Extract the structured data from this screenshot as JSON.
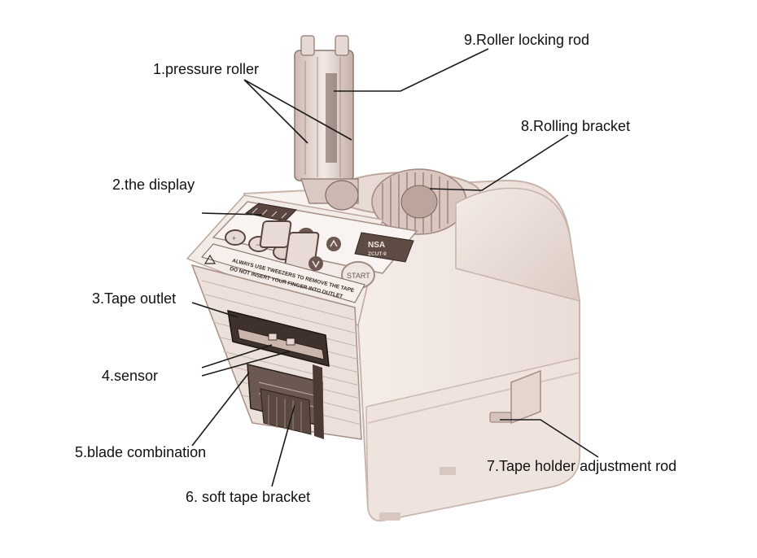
{
  "labels": {
    "pressure_roller": "1.pressure roller",
    "display": "2.the display",
    "tape_outlet": "3.Tape outlet",
    "sensor": "4.sensor",
    "blade_combination": "5.blade combination",
    "soft_tape_bracket": "6.  soft tape bracket",
    "tape_holder_rod": "7.Tape holder adjustment rod",
    "rolling_bracket": "8.Rolling bracket",
    "roller_locking_rod": "9.Roller locking rod"
  },
  "panel": {
    "brand": "NSA",
    "model": "ZCUT-9",
    "start": "START",
    "warning_line1": "ALWAYS USE TWEEZERS TO REMOVE THE TAPE",
    "warning_line2": "DO NOT INSERT YOUR FINGER INTO OUTLET",
    "plus": "+",
    "minus": "−"
  },
  "colors": {
    "body": "#f6eeea",
    "shade": "#d9c8c1",
    "dark": "#4a3a33",
    "line": "#1a1a1a"
  }
}
